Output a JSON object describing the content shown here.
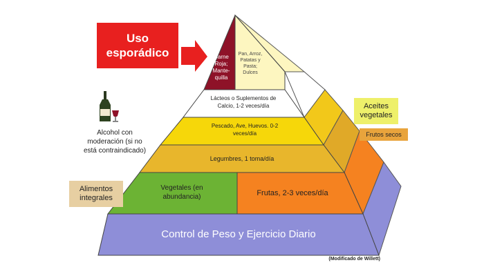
{
  "callout": {
    "label": "Uso esporádico"
  },
  "pyramid": {
    "top_left": "Carne Roja; Mante-quilla",
    "top_right": "Pan, Arroz, Patatas y Pasta; Dulces",
    "lacteos": "Lácteos o Suplementos de Calcio, 1-2 veces/día",
    "pescado": "Pescado, Ave, Huevos. 0-2 veces/día",
    "legumbres": "Legumbres, 1 toma/día",
    "vegetales": "Vegetales (en abundancia)",
    "frutas": "Frutas, 2-3 veces/día",
    "base": "Control de Peso y Ejercicio Diario"
  },
  "side_labels": {
    "alcohol": "Alcohol con moderación (si no está contraindicado)",
    "integrales": "Alimentos integrales",
    "aceites": "Aceites vegetales",
    "frutos_secos": "Frutos secos"
  },
  "credit": "(Modificado de Willett)",
  "colors": {
    "callout_red": "#e8201f",
    "meat": "#8e1228",
    "bread": "#fdf6c0",
    "white_tier": "#ffffff",
    "yellow": "#f6d70a",
    "gold": "#e8b62c",
    "green": "#6cb334",
    "orange": "#f58220",
    "lavender": "#8e8ed8",
    "oil_box": "#eef06a",
    "nuts_box": "#e9a43c",
    "integral_box": "#e7cfa2"
  }
}
